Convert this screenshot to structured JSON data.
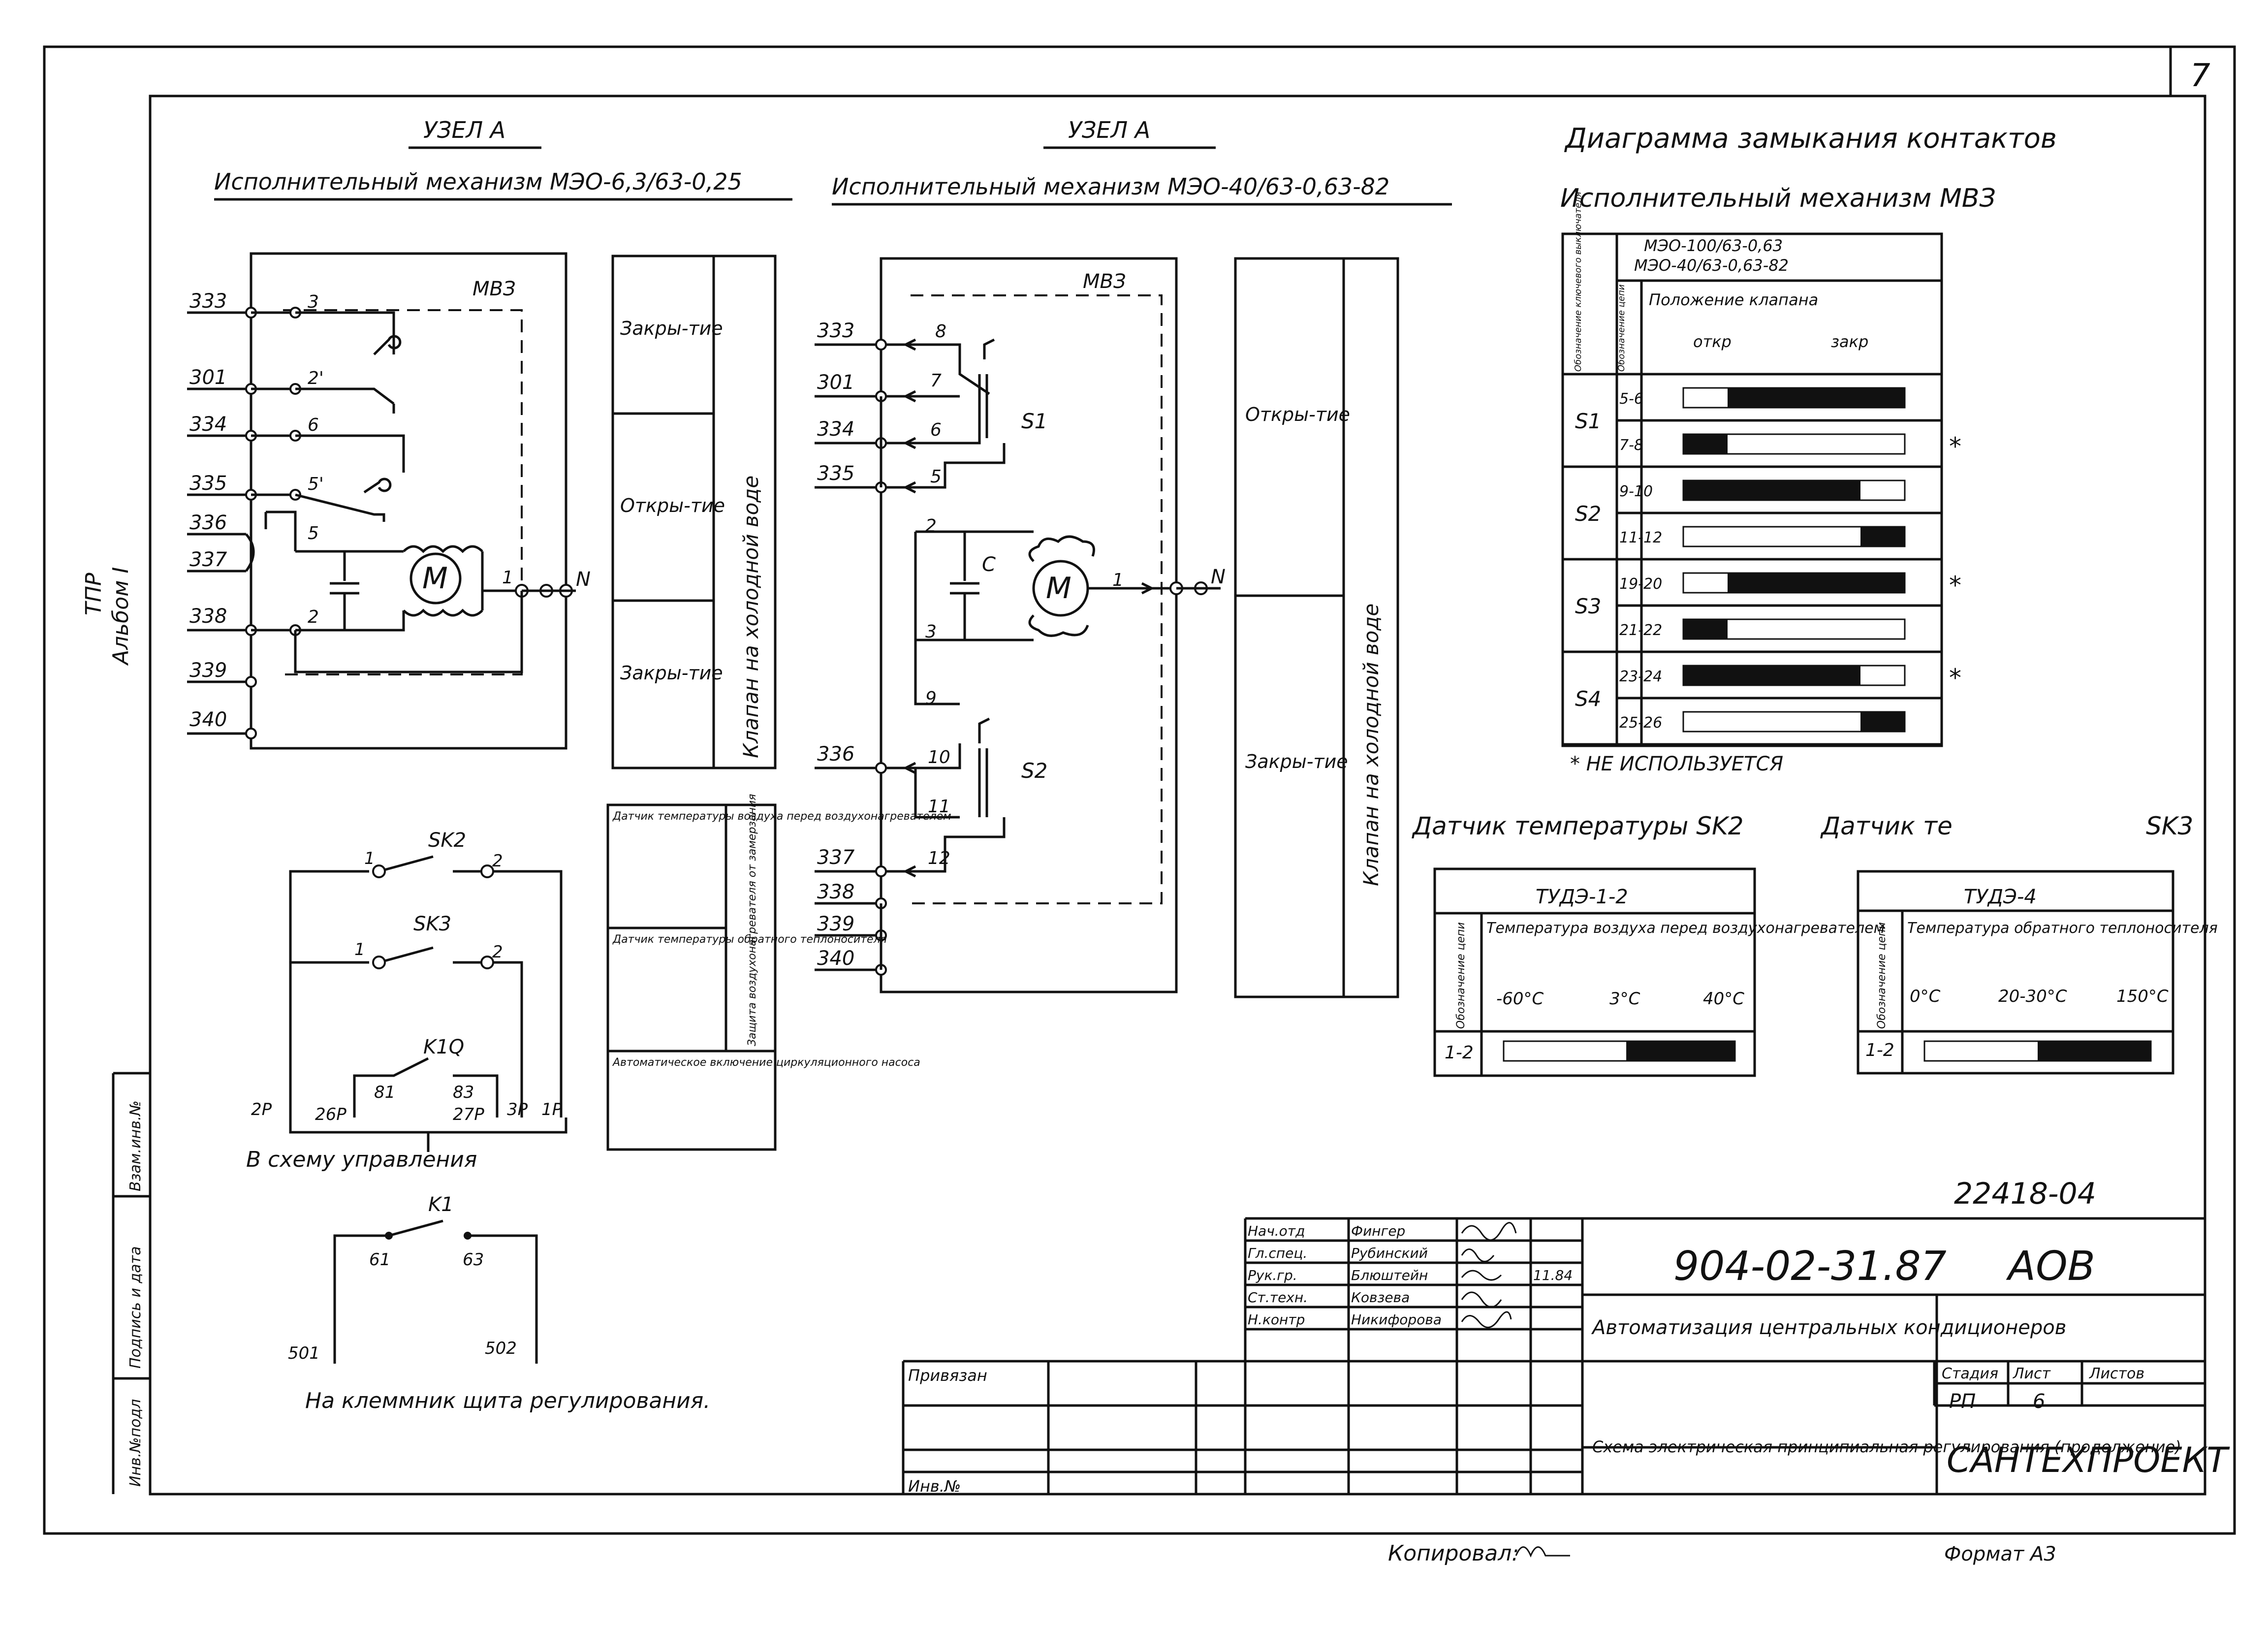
{
  "sheet": {
    "number": "7",
    "side_label_top": "ТПР",
    "side_label_bottom": "Альбом I",
    "copied_by": "Копировал:",
    "format_label": "Формат А3",
    "inventory_no": "22418-04",
    "side_stamp": [
      "Взам.инв.№",
      "Подпись и дата",
      "Инв.№подл"
    ]
  },
  "node_left": {
    "title": "УЗЕЛ А",
    "subtitle": "Исполнительный механизм МЭО-6,3/63-0,25",
    "box_label": "МВЗ",
    "terminals": [
      "333",
      "301",
      "334",
      "335",
      "336",
      "337",
      "338",
      "339",
      "340"
    ],
    "contacts": [
      "3",
      "2'",
      "6",
      "5'",
      "5",
      "2",
      "1"
    ],
    "motor": "М",
    "neutral": "N",
    "states": [
      "Закры-тие",
      "Откры-тие",
      "Закры-тие"
    ],
    "valve_label": "Клапан на холодной воде"
  },
  "node_right": {
    "title": "УЗЕЛ А",
    "subtitle": "Исполнительный механизм МЭО-40/63-0,63-82",
    "box_label": "МВЗ",
    "terminals": [
      "333",
      "301",
      "334",
      "335",
      "336",
      "337",
      "338",
      "339",
      "340"
    ],
    "contacts": [
      "8",
      "7",
      "6",
      "5",
      "2",
      "3",
      "9",
      "10",
      "11",
      "12",
      "1"
    ],
    "switch_s1": "S1",
    "switch_s2": "S2",
    "capacitor": "C",
    "motor": "М",
    "neutral": "N",
    "states": [
      "Откры-тие",
      "Закры-тие"
    ],
    "valve_label": "Клапан на холодной воде"
  },
  "diagram": {
    "title": "Диаграмма замыкания контактов",
    "subtitle": "Исполнительный механизм МВЗ",
    "table_header": [
      "МЭО-100/63-0,63",
      "МЭО-40/63-0,63-82"
    ],
    "col_switch": "Обозначение ключевого выключателя",
    "col_circuit": "Обозначение цепи",
    "col_position": "Положение клапана",
    "pos_open": "откр",
    "pos_closed": "закр",
    "groups": [
      "S1",
      "S2",
      "S3",
      "S4"
    ],
    "rows": [
      {
        "circuit": "5-6",
        "from": 0.2,
        "to": 1.0,
        "unused": false
      },
      {
        "circuit": "7-8",
        "from": 0.0,
        "to": 0.2,
        "unused": true
      },
      {
        "circuit": "9-10",
        "from": 0.0,
        "to": 0.8,
        "unused": false
      },
      {
        "circuit": "11-12",
        "from": 0.8,
        "to": 1.0,
        "unused": false
      },
      {
        "circuit": "19-20",
        "from": 0.2,
        "to": 1.0,
        "unused": true
      },
      {
        "circuit": "21-22",
        "from": 0.0,
        "to": 0.2,
        "unused": false
      },
      {
        "circuit": "23-24",
        "from": 0.0,
        "to": 0.8,
        "unused": true
      },
      {
        "circuit": "25-26",
        "from": 0.8,
        "to": 1.0,
        "unused": false
      }
    ],
    "note": "* НЕ ИСПОЛЬЗУЕТСЯ"
  },
  "sensor_sk2": {
    "title": "Датчик температуры SK2",
    "model": "ТУДЭ-1-2",
    "col_circuit": "Обозначение цепи",
    "description": "Температура воздуха перед воздухонагревателем",
    "scale": [
      "-60°С",
      "3°С",
      "40°С"
    ],
    "circuit": "1-2",
    "closed_from": 0.53,
    "closed_to": 1.0
  },
  "sensor_sk3": {
    "title": "Датчик те",
    "title_tail": "SK3",
    "model": "ТУДЭ-4",
    "col_circuit": "Обозначение цепи",
    "description": "Температура обратного теплоносителя",
    "scale": [
      "0°С",
      "20-30°С",
      "150°С"
    ],
    "circuit": "1-2",
    "closed_from": 0.5,
    "closed_to": 1.0
  },
  "purpose_table": [
    {
      "label": "Датчик температуры воздуха перед воздухонагревателем",
      "side": "Защита воздухонагревателя от замерзания"
    },
    {
      "label": "Датчик температуры обратного теплоносителя",
      "side": ""
    },
    {
      "label": "Автоматическое включение циркуляционного насоса",
      "side": ""
    }
  ],
  "control": {
    "sk2": "SK2",
    "sk3": "SK3",
    "k1q": "K1Q",
    "k1": "K1",
    "node_labels": [
      "1",
      "2",
      "1",
      "2",
      "81",
      "83",
      "2Р",
      "26Р",
      "27Р",
      "3Р",
      "1Р",
      "61",
      "63",
      "501",
      "502"
    ],
    "to_control": "В схему управления",
    "to_terminal": "На клеммник щита регулирования."
  },
  "title_block": {
    "signatures": [
      {
        "role": "Нач.отд",
        "name": "Фингер"
      },
      {
        "role": "Гл.спец.",
        "name": "Рубинский"
      },
      {
        "role": "Рук.гр.",
        "name": "Блюштейн"
      },
      {
        "role": "Ст.техн.",
        "name": "Ковзева"
      },
      {
        "role": "Н.контр",
        "name": "Никифорова"
      }
    ],
    "date": "11.84",
    "bound": "Привязан",
    "inv": "Инв.№",
    "doc_code": "904-02-31.87",
    "doc_suffix": "АОВ",
    "project": "Автоматизация центральных кондиционеров",
    "stage_label": "Стадия",
    "sheet_label": "Лист",
    "sheets_label": "Листов",
    "stage": "РП",
    "sheet_no": "6",
    "drawing_title": "Схема электрическая принципиальная регулирования (продолжение)",
    "org": "САНТЕХПРОЕКТ"
  }
}
